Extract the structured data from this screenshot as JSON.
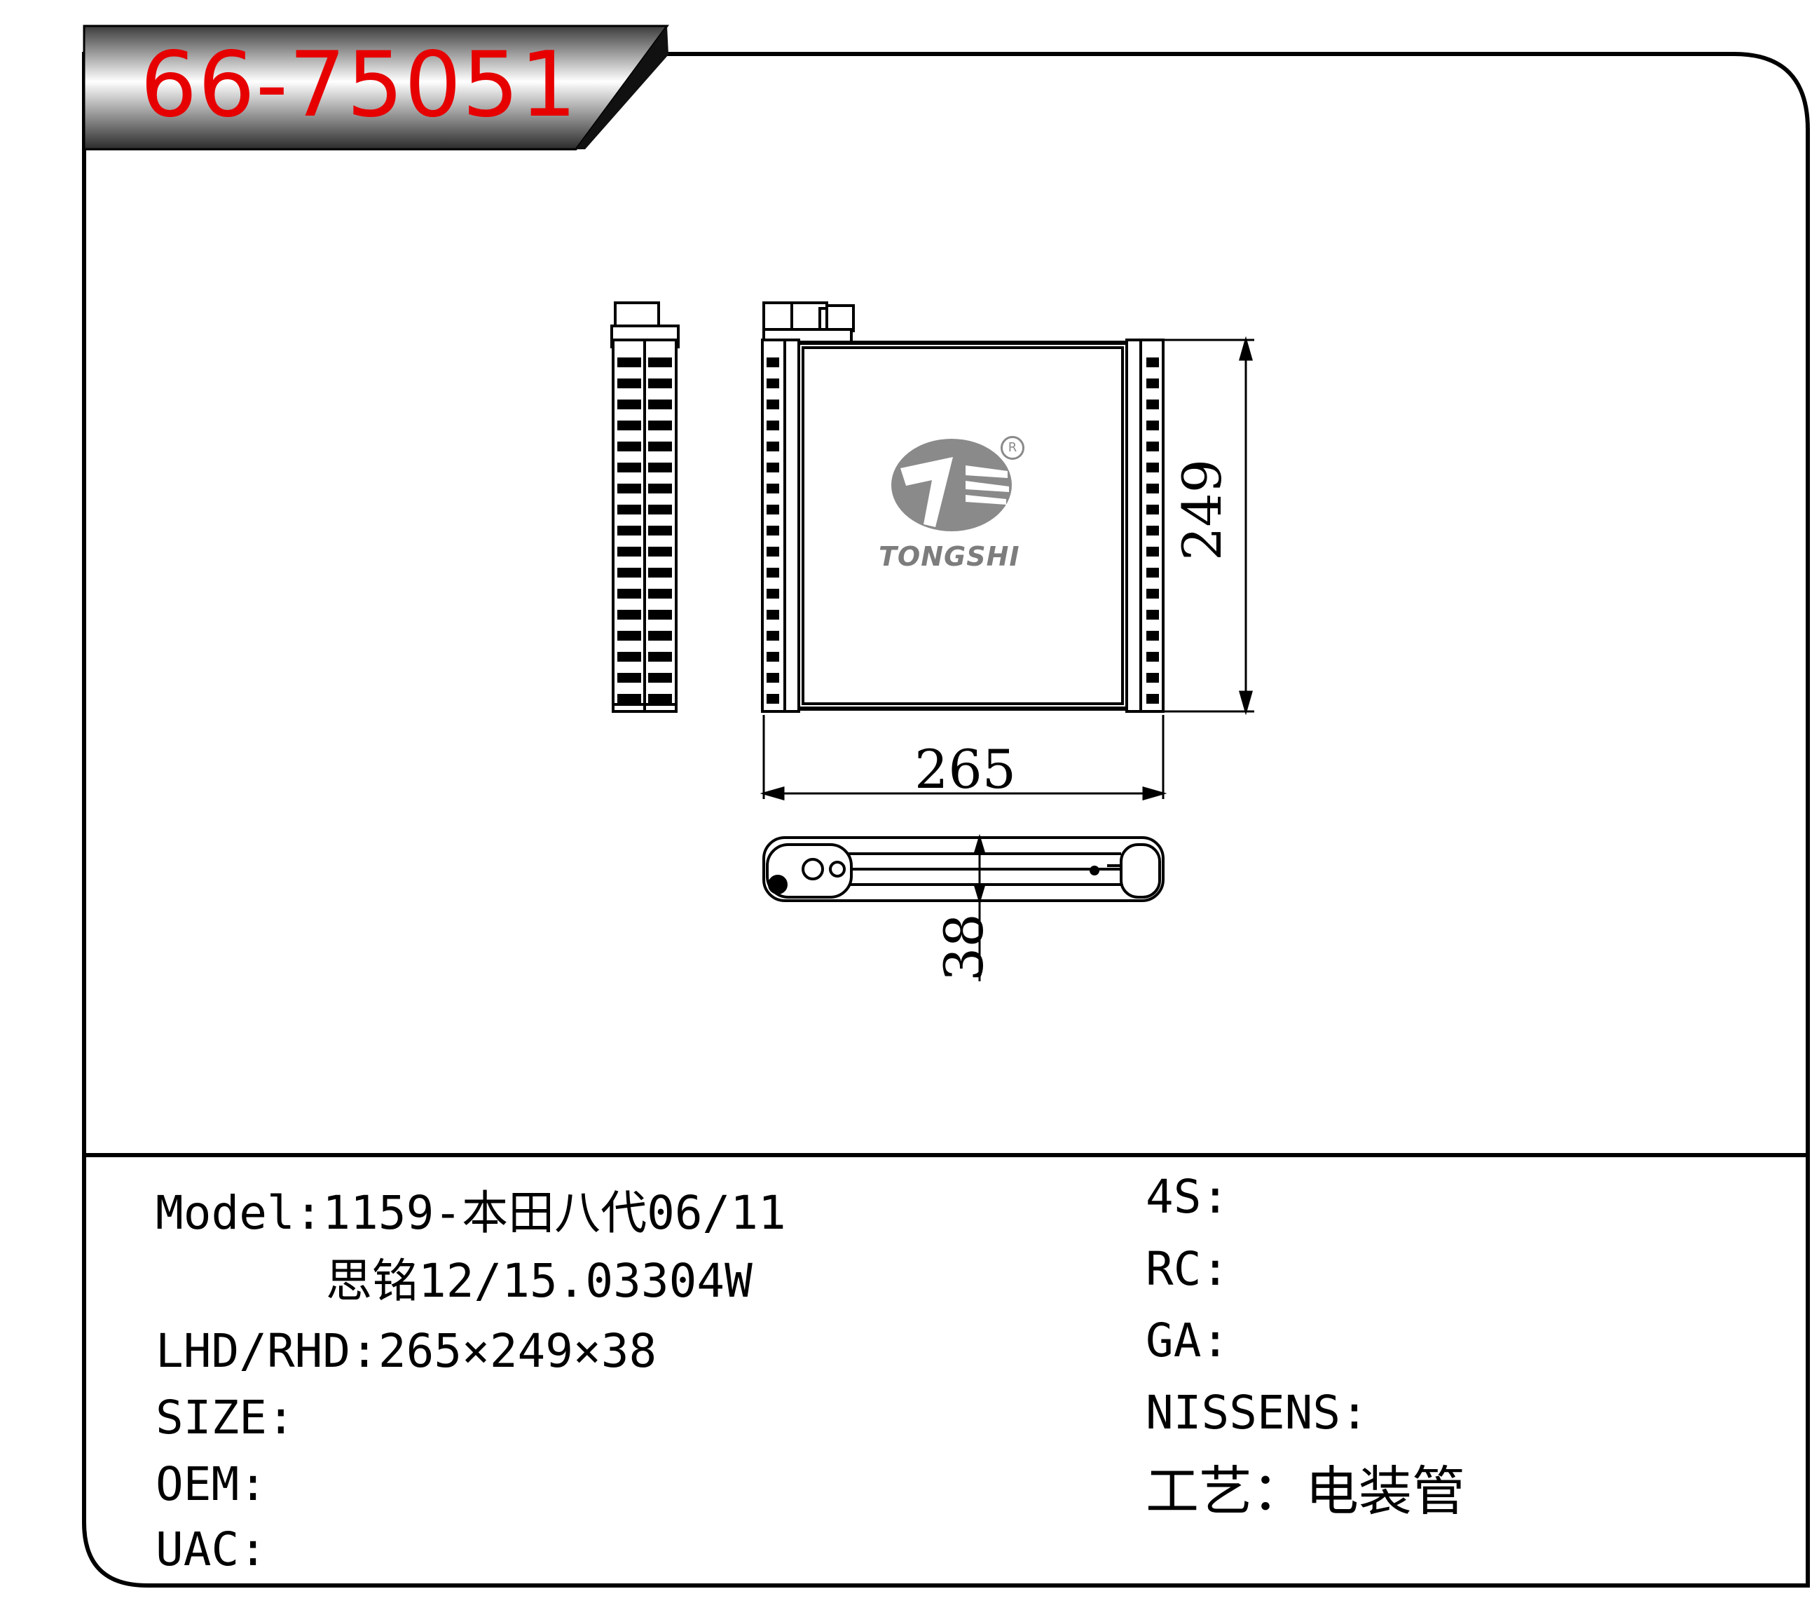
{
  "header": {
    "part_number": "66-75051"
  },
  "logo": {
    "brand": "TONGSHI",
    "registered_mark": "R"
  },
  "dimensions": {
    "width": "265",
    "height": "249",
    "depth": "38"
  },
  "specs_left": {
    "model": "Model:1159-本田八代06/11",
    "model_cont": "思铭12/15.03304W",
    "lhd_rhd": "LHD/RHD:265×249×38",
    "size": "SIZE:",
    "oem": "OEM:",
    "uac": "UAC:"
  },
  "specs_right": {
    "s4": "4S:",
    "rc": "RC:",
    "ga": "GA:",
    "nissens": "NISSENS:",
    "process": "工艺：电装管"
  },
  "colors": {
    "title": "#e60000",
    "border": "#000000",
    "logo": "#7d7d7d"
  }
}
